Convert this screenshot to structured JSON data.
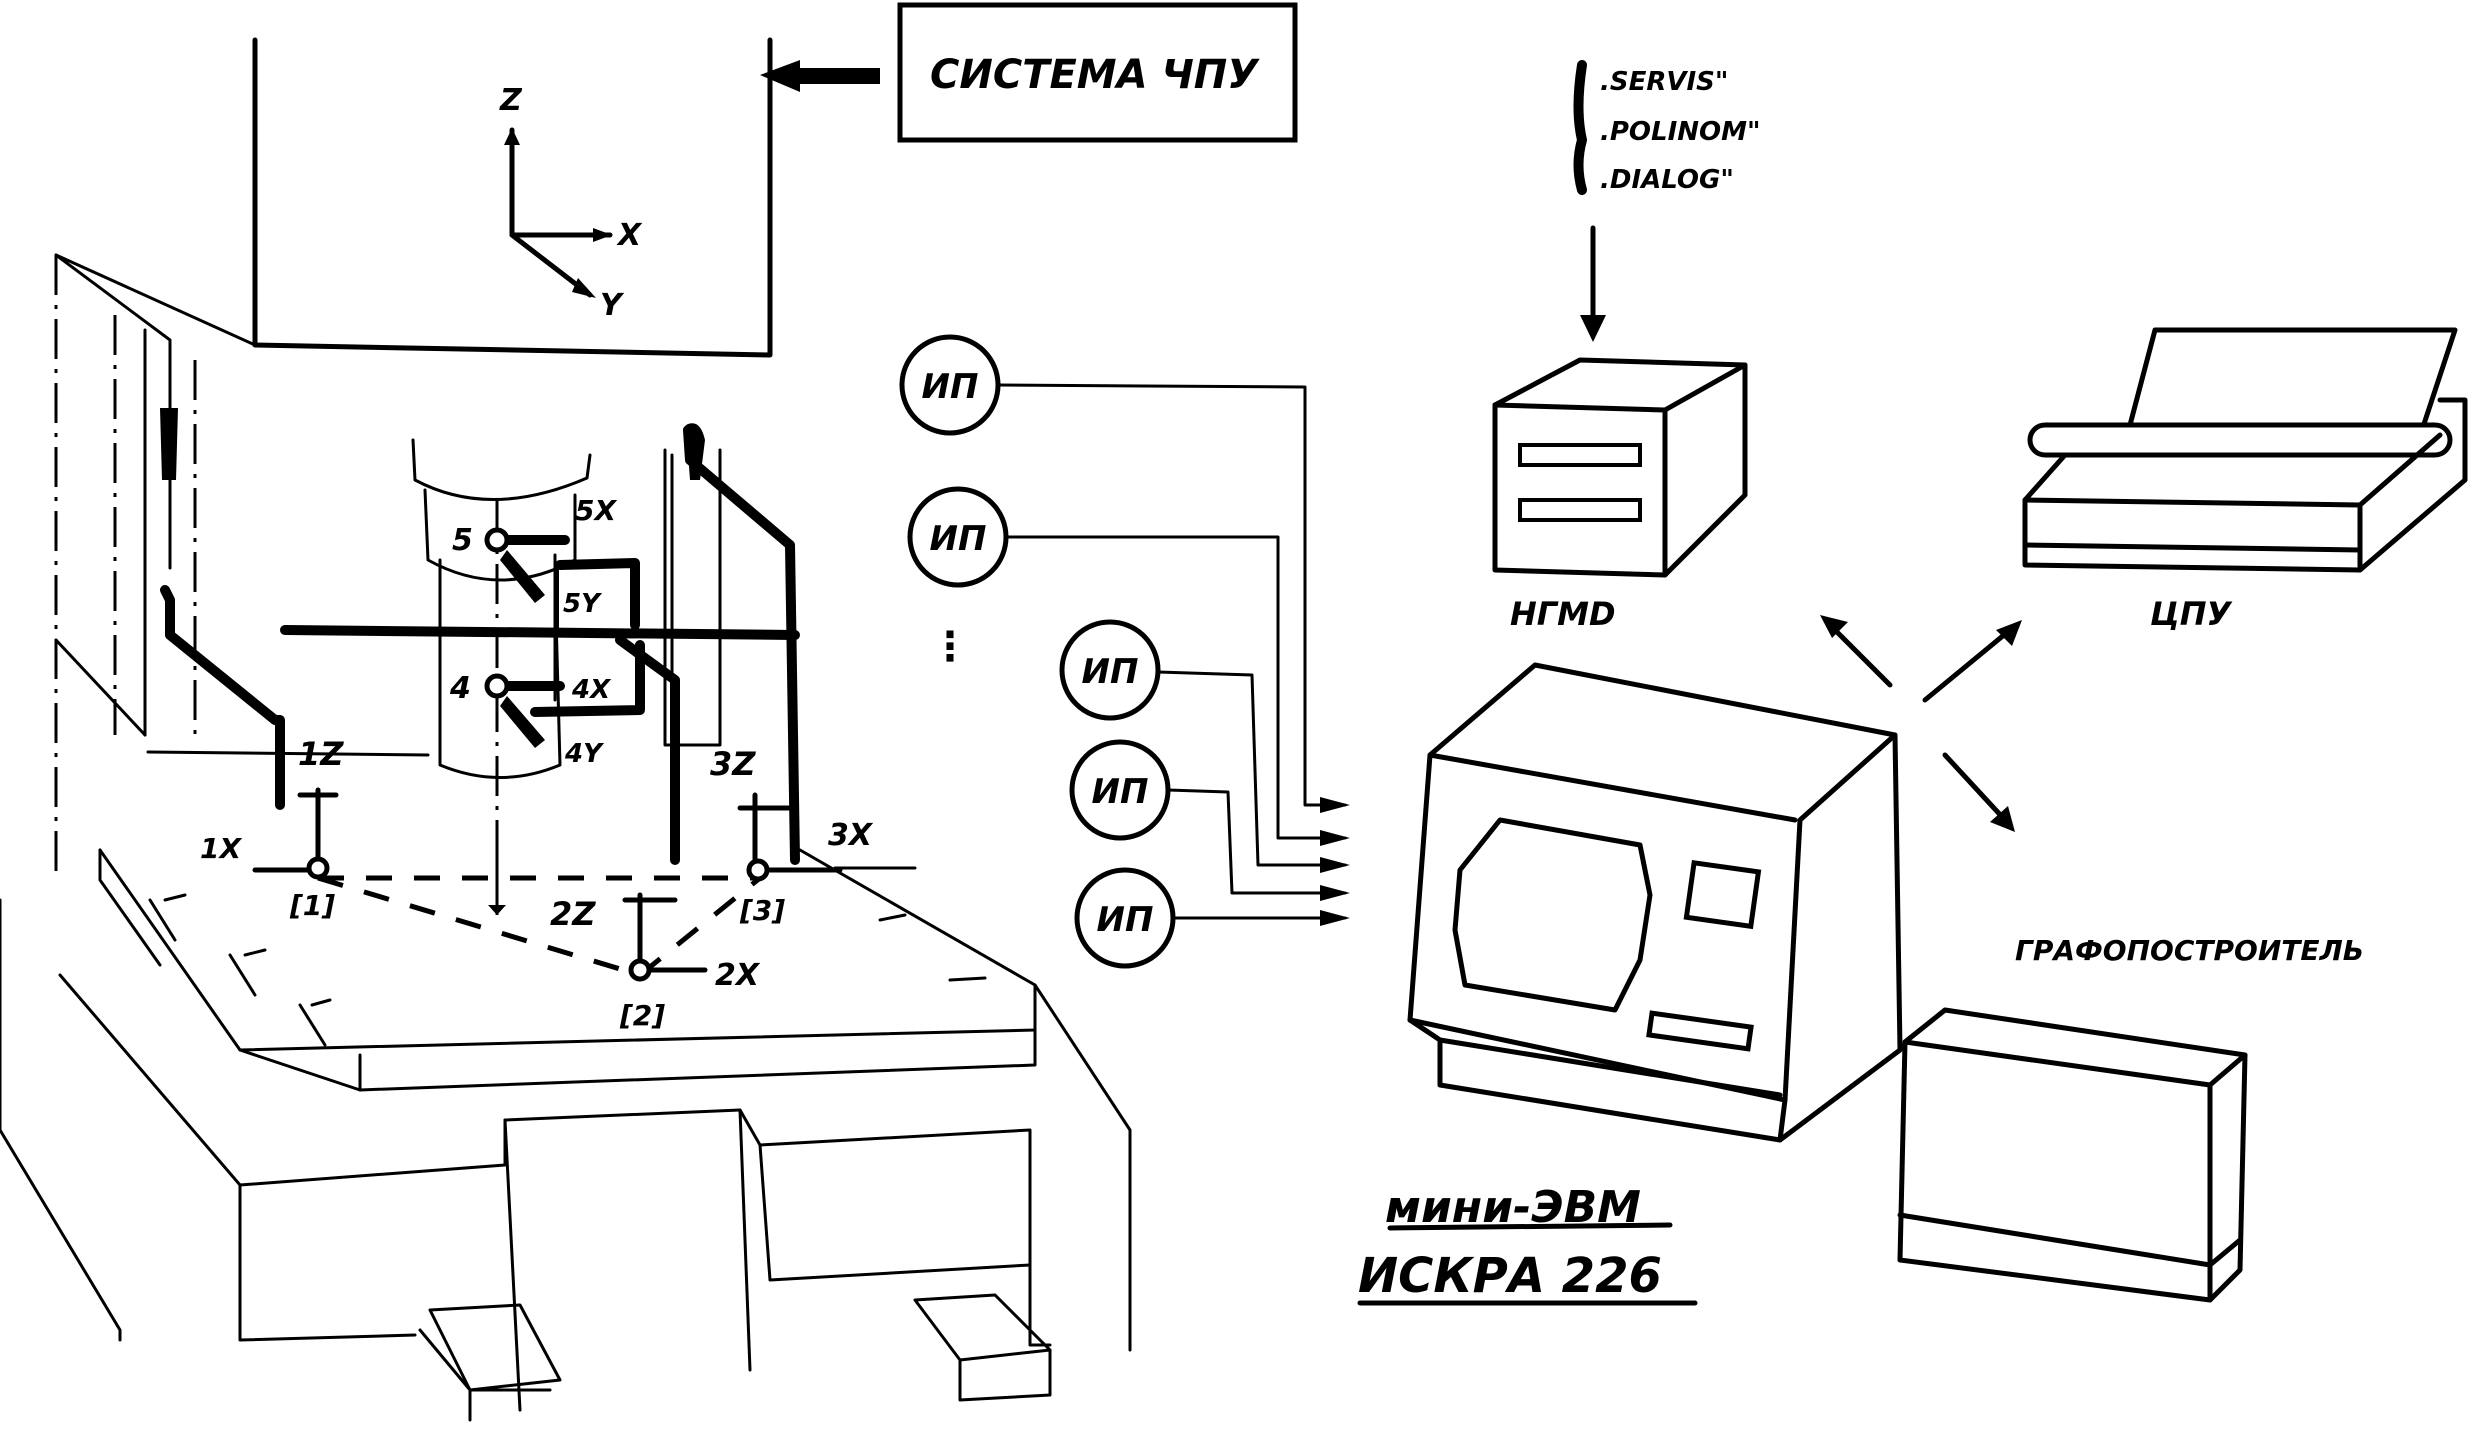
{
  "colors": {
    "ink": "#000000",
    "paper": "#ffffff"
  },
  "cnc_system": {
    "label": "СИСТЕМА ЧПУ"
  },
  "axes": {
    "z": "Z",
    "x": "X",
    "y": "Y"
  },
  "software": {
    "items": [
      ".SERVIS\"",
      ".POLINOM\"",
      ".DIALOG\""
    ]
  },
  "probes": {
    "spindle_points": [
      {
        "number": "5",
        "labels": [
          "5X",
          "5Y"
        ]
      },
      {
        "number": "4",
        "labels": [
          "4X",
          "4Y"
        ]
      }
    ],
    "table_points": [
      {
        "number": "[1]",
        "labels": [
          "1Z",
          "1X"
        ]
      },
      {
        "number": "[2]",
        "labels": [
          "2Z",
          "2X"
        ]
      },
      {
        "number": "[3]",
        "labels": [
          "3Z",
          "3X"
        ]
      }
    ]
  },
  "transducers": {
    "label": "ИП",
    "count_shown": 5,
    "ellipsis": "⋮"
  },
  "devices": {
    "disk_drive": {
      "label": "НГМD"
    },
    "printer": {
      "label": "ЦПУ"
    },
    "plotter": {
      "label": "ГРАФОПОСТРОИТЕЛЬ"
    },
    "computer": {
      "line1": "мини-ЭВМ",
      "line2": "ИСКРА 226"
    }
  }
}
